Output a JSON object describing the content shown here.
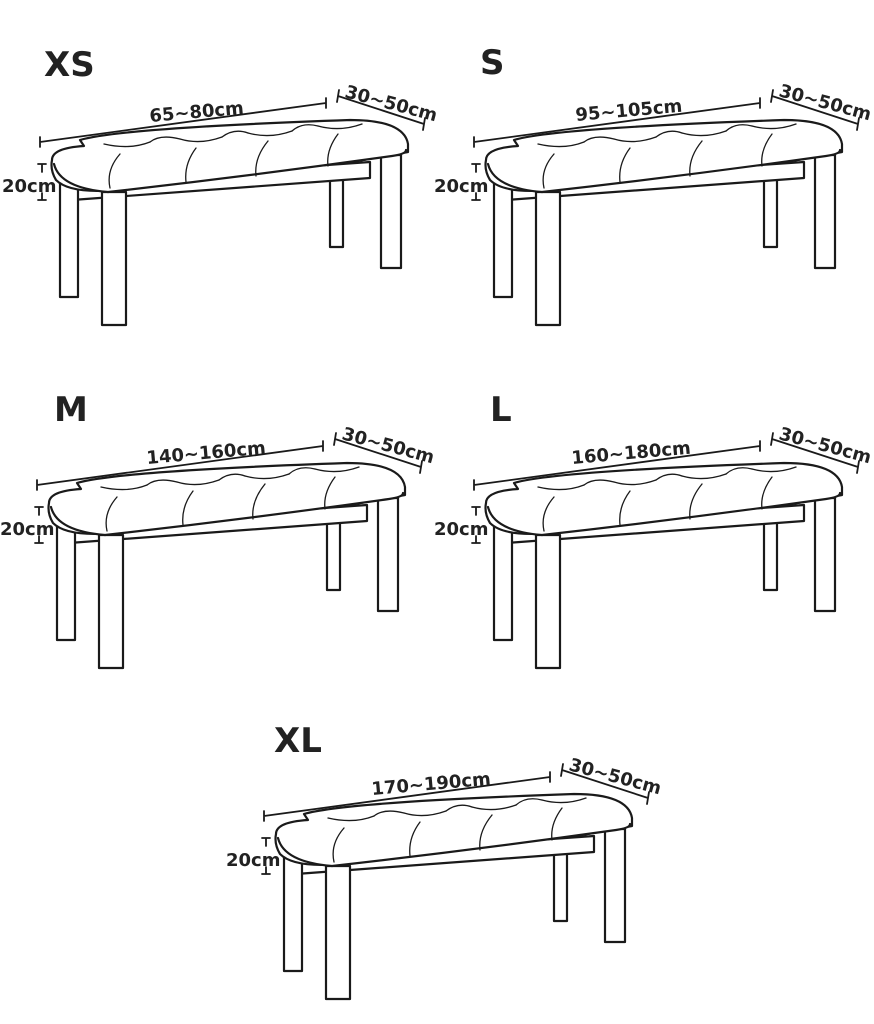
{
  "colors": {
    "line": "#1a1a1a",
    "text": "#222222",
    "background": "#ffffff"
  },
  "benches": [
    {
      "size": "XS",
      "length": "65~80cm",
      "depth": "30~50cm",
      "height": "20cm"
    },
    {
      "size": "S",
      "length": "95~105cm",
      "depth": "30~50cm",
      "height": "20cm"
    },
    {
      "size": "M",
      "length": "140~160cm",
      "depth": "30~50cm",
      "height": "20cm"
    },
    {
      "size": "L",
      "length": "160~180cm",
      "depth": "30~50cm",
      "height": "20cm"
    },
    {
      "size": "XL",
      "length": "170~190cm",
      "depth": "30~50cm",
      "height": "20cm"
    }
  ]
}
